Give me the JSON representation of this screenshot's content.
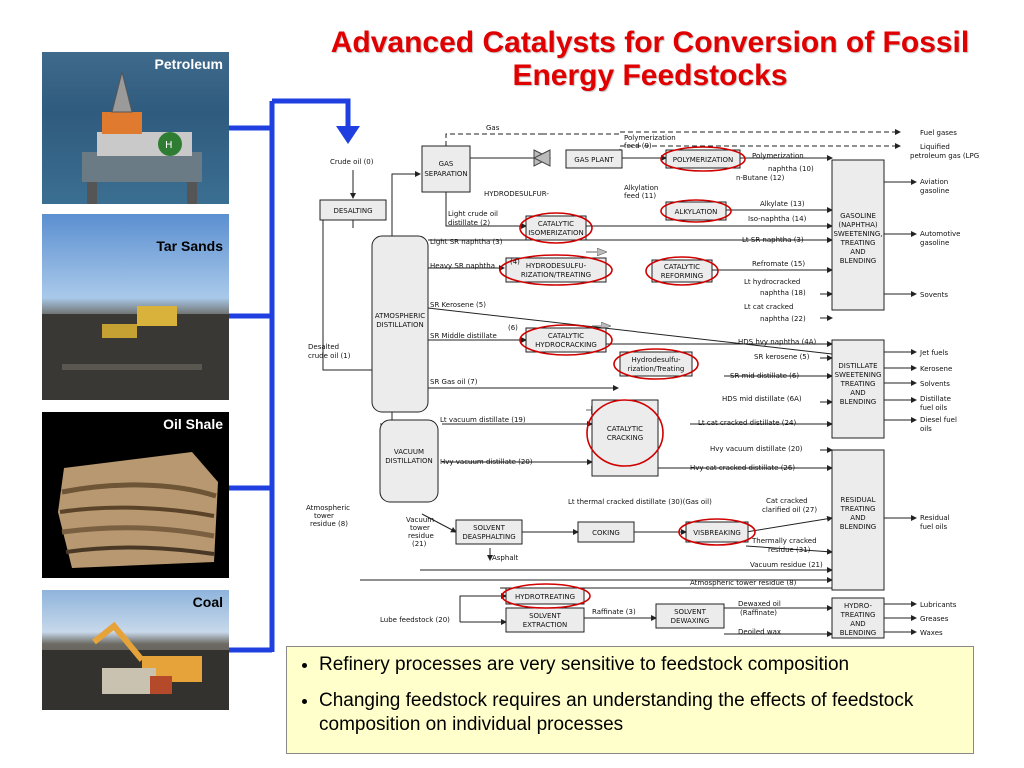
{
  "slide": {
    "title_line1": "Advanced Catalysts for Conversion of Fossil",
    "title_line2": "Energy Feedstocks"
  },
  "feedstocks": [
    {
      "label": "Petroleum",
      "icon": "offshore-oil-rig-photo"
    },
    {
      "label": "Tar Sands",
      "icon": "tar-sands-mining-photo"
    },
    {
      "label": "Oil Shale",
      "icon": "oil-shale-rock-photo"
    },
    {
      "label": "Coal",
      "icon": "coal-mining-excavator-photo"
    }
  ],
  "diagram": {
    "units": {
      "desalting": "DESALTING",
      "gas_sep": [
        "GAS",
        "SEPARATION"
      ],
      "gas_plant": "GAS PLANT",
      "polymerization": "POLYMERIZATION",
      "alkylation": "ALKYLATION",
      "cat_isom": [
        "CATALYTIC",
        "ISOMERIZATION"
      ],
      "hds_treating": [
        "HYDRODESULFU-",
        "RIZATION/TREATING"
      ],
      "cat_reform": [
        "CATALYTIC",
        "REFORMING"
      ],
      "atm_dist": [
        "ATMOSPHERIC",
        "DISTILLATION"
      ],
      "cat_hydrocrack": [
        "CATALYTIC",
        "HYDROCRACKING"
      ],
      "hds_treating2": [
        "Hydrodesulfu-",
        "rization/Treating"
      ],
      "cat_cracking": [
        "CATALYTIC",
        "CRACKING"
      ],
      "vac_dist": [
        "VACUUM",
        "DISTILLATION"
      ],
      "solvent_deasph": [
        "SOLVENT",
        "DEASPHALTING"
      ],
      "coking": "COKING",
      "visbreaking": "VISBREAKING",
      "hydrotreating": "HYDROTREATING",
      "solvent_extr": [
        "SOLVENT",
        "EXTRACTION"
      ],
      "solvent_dewax": [
        "SOLVENT",
        "DEWAXING"
      ],
      "gasoline_blend": [
        "GASOLINE",
        "(NAPHTHA)",
        "SWEETENING,",
        "TREATING",
        "AND",
        "BLENDING"
      ],
      "distillate_blend": [
        "DISTILLATE",
        "SWEETENING",
        "TREATING",
        "AND",
        "BLENDING"
      ],
      "residual_blend": [
        "RESIDUAL",
        "TREATING",
        "AND",
        "BLENDING"
      ],
      "hydro_blend": [
        "HYDRO-",
        "TREATING",
        "AND",
        "BLENDING"
      ]
    },
    "streams": {
      "gas": "Gas",
      "crude_oil": "Crude oil (0)",
      "hds_label": "HYDRODESULFUR-",
      "light_crude": [
        "Light crude oil",
        "distillate (2)"
      ],
      "light_sr": "Light SR naphtha (3)",
      "heavy_sr": "Heavy SR naphtha",
      "n4": "(4)",
      "sr_kerosene": "SR Kerosene (5)",
      "sr_middle": "SR Middle distillate",
      "n6": "(6)",
      "sr_gas_oil": "SR Gas oil (7)",
      "desalted": [
        "Desalted",
        "crude oil (1)"
      ],
      "lt_vac": "Lt vacuum distillate (19)",
      "hvy_vac": "Hvy vacuum distillate (20)",
      "atm_residue": [
        "Atmospheric",
        "tower",
        "residue (8)"
      ],
      "vac_residue": [
        "Vacuum",
        "tower",
        "residue",
        "(21)"
      ],
      "asphalt": "Asphalt",
      "lube_feed": "Lube feedstock (20)",
      "raffinate": "Raffinate (3)",
      "dewaxed": [
        "Dewaxed oil",
        "(Raffinate)"
      ],
      "deoiled": "Deoiled wax",
      "poly_feed": [
        "Polymerization",
        "feed (9)"
      ],
      "alky_feed": [
        "Alkylation",
        "feed (11)"
      ],
      "poly_naphtha": [
        "Polymerization",
        "naphtha (10)"
      ],
      "n_butane": "n-Butane (12)",
      "alkylate": "Alkylate (13)",
      "iso_naphtha": "Iso-naphtha (14)",
      "lt_sr_3": "Lt SR naphtha (3)",
      "reformate": "Refromate (15)",
      "lt_hydrocracked": [
        "Lt hydrocracked",
        "naphtha (18)"
      ],
      "lt_cat_cracked": [
        "Lt cat cracked",
        "naphtha (22)"
      ],
      "hds_hvy": "HDS hvy naphtha (4A)",
      "sr_kero_5": "SR kerosene (5)",
      "sr_mid_6": "SR mid distillate (6)",
      "hds_mid": "HDS mid distillate (6A)",
      "lt_cat_dist": "Lt cat cracked distillate (24)",
      "hvy_vac_20": "Hvy vacuum distillate (20)",
      "hvy_cat_dist": "Hvy cat cracked distillate (26)",
      "lt_thermal": "Lt thermal cracked distillate (30)(Gas oil)",
      "cat_clarified": [
        "Cat cracked",
        "clarified oil (27)"
      ],
      "thermally_cracked": [
        "Thermally cracked",
        "residue (31)"
      ],
      "vac_residue_21": "Vacuum residue (21)",
      "atm_tower_8": "Atmospheric tower residue (8)"
    },
    "products": {
      "fuel_gases": "Fuel gases",
      "lpg": [
        "Liquified",
        "petroleum gas (LPG)"
      ],
      "aviation": [
        "Aviation",
        "gasoline"
      ],
      "automotive": [
        "Automotive",
        "gasoline"
      ],
      "solvents1": "Sovents",
      "jet_fuels": "Jet fuels",
      "kerosene": "Kerosene",
      "solvents2": "Solvents",
      "distillate_fuel": [
        "Distillate",
        "fuel oils"
      ],
      "diesel_fuel": [
        "Diesel fuel",
        "oils"
      ],
      "residual_fuel": [
        "Residual",
        "fuel oils"
      ],
      "lubricants": "Lubricants",
      "greases": "Greases",
      "waxes": "Waxes"
    }
  },
  "bullets": [
    "Refinery processes are very sensitive to feedstock composition",
    "Changing feedstock requires an understanding the effects of feedstock composition on individual processes"
  ],
  "colors": {
    "title": "#e00000",
    "connector": "#1f3fe0",
    "highlight": "#d00000",
    "note_bg": "#ffffcc"
  }
}
